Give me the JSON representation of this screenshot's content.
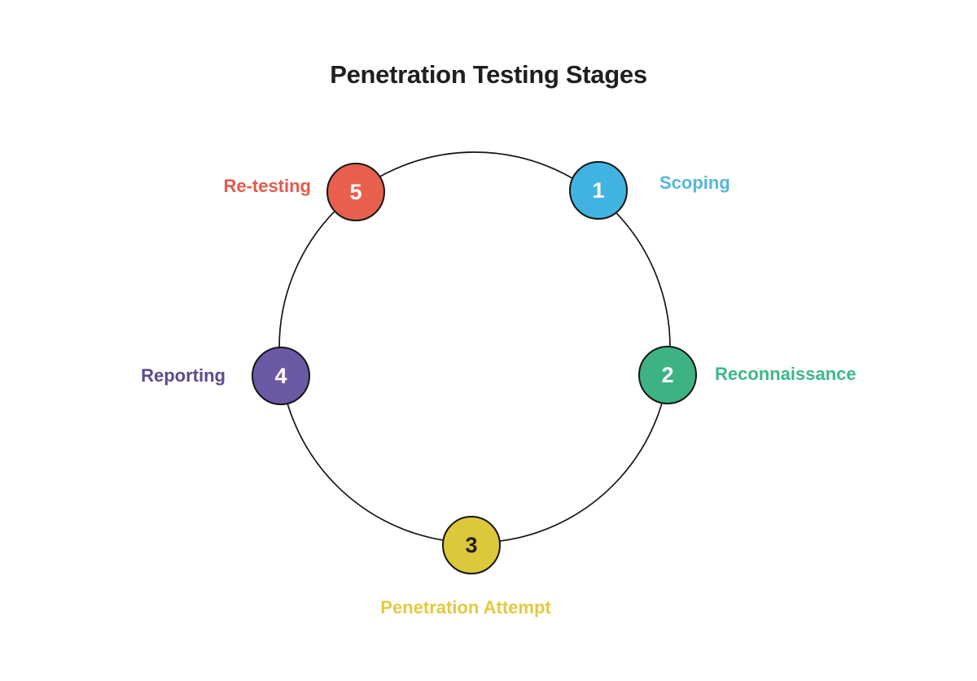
{
  "title": "Penetration Testing Stages",
  "colors": {
    "background": "#ffffff",
    "circle_stroke": "#161616",
    "title_text": "#1f1f1f"
  },
  "diagram": {
    "type": "cycle",
    "stages": [
      {
        "number": "1",
        "label": "Scoping",
        "fill": "#41b3e0",
        "label_color": "#54b6de",
        "number_color": "#ffffff"
      },
      {
        "number": "2",
        "label": "Reconnaissance",
        "fill": "#3db384",
        "label_color": "#3eb888",
        "number_color": "#ffffff"
      },
      {
        "number": "3",
        "label": "Penetration Attempt",
        "fill": "#ddc83b",
        "label_color": "#e4ca3d",
        "number_color": "#1f1f1f"
      },
      {
        "number": "4",
        "label": "Reporting",
        "fill": "#6c59a6",
        "label_color": "#5c4b8e",
        "number_color": "#ffffff"
      },
      {
        "number": "5",
        "label": "Re-testing",
        "fill": "#e8604d",
        "label_color": "#e25a4a",
        "number_color": "#ffffff"
      }
    ]
  }
}
